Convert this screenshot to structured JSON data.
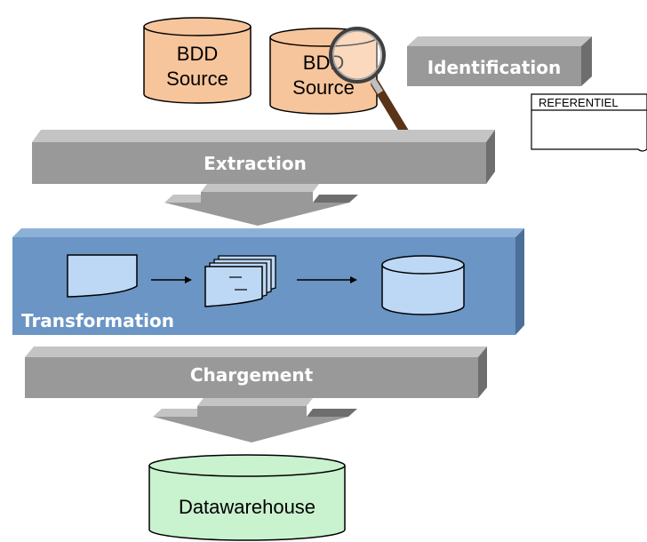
{
  "sources": [
    {
      "label_line1": "BDD",
      "label_line2": "Source"
    },
    {
      "label_line1": "BDD",
      "label_line2": "Source"
    }
  ],
  "identification": {
    "label": "Identification"
  },
  "referentiel": {
    "label": "REFERENTIEL"
  },
  "extraction": {
    "label": "Extraction"
  },
  "transformation": {
    "label": "Transformation"
  },
  "chargement": {
    "label": "Chargement"
  },
  "datawarehouse": {
    "label": "Datawarehouse"
  },
  "colors": {
    "source_fill": "#f7c59b",
    "bar_front": "#999999",
    "bar_top": "#c4c4c4",
    "bar_side": "#6e6e6e",
    "transform_fill": "#6a95c4",
    "transform_item_fill": "#bcd8f5",
    "dwh_fill": "#c9f2cf"
  }
}
